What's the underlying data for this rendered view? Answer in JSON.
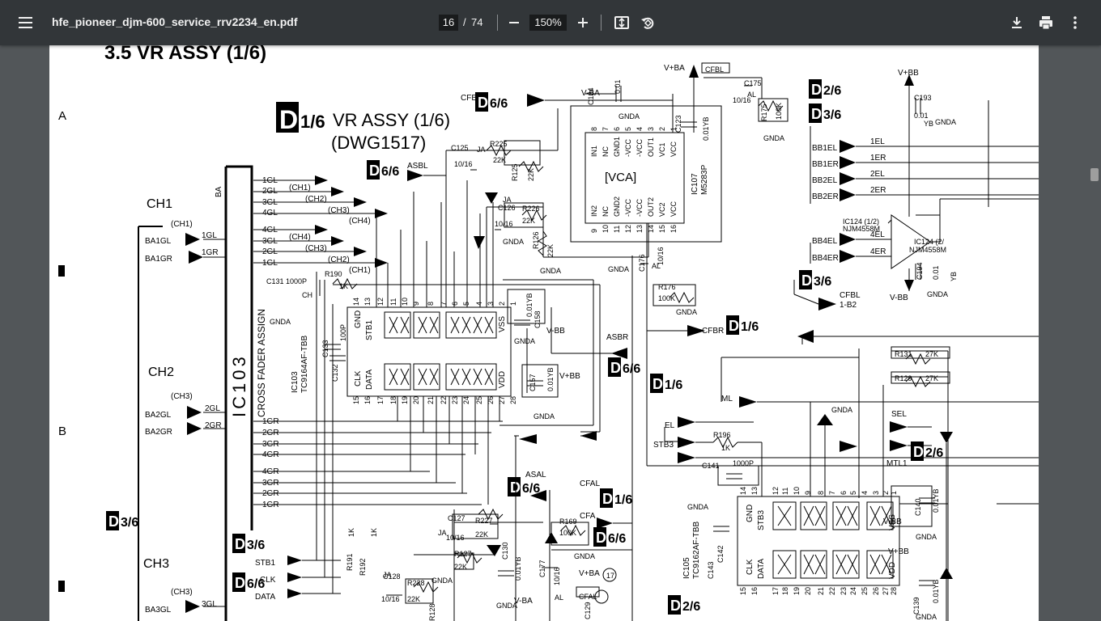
{
  "viewer": {
    "title": "hfe_pioneer_djm-600_service_rrv2234_en.pdf",
    "current_page": "16",
    "page_separator": "/",
    "total_pages": "74",
    "zoom": "150%"
  },
  "icons": {
    "menu": "menu-icon",
    "zoom_out": "minus-icon",
    "zoom_in": "plus-icon",
    "fit": "fit-page-icon",
    "rotate": "rotate-icon",
    "download": "download-icon",
    "print": "print-icon",
    "more": "more-vert-icon"
  },
  "document": {
    "section_title": "3.5  VR ASSY (1/6)",
    "block_tag": "D",
    "block_title_frac": "1/6",
    "block_title": "VR ASSY (1/6)",
    "block_subtitle": "(DWG1517)",
    "margin_letters": [
      "A",
      "B"
    ],
    "channels": [
      "CH1",
      "CH2",
      "CH3"
    ],
    "ic_main": "IC103",
    "ic_main_label": "CROSS FADER ASSIGN",
    "ic_main_part": "IC103",
    "ic_main_part_no": "TC9164AF-TBB",
    "ic_vca_label": "[VCA]",
    "ic_vca_part": "IC107",
    "ic_vca_part_no": "M5283P",
    "ic_lower_part": "IC105",
    "ic_lower_part_no": "TC9162AF-TBB",
    "opamp_part": "IC124 (1/2)",
    "opamp_part_no": "NJM4558M",
    "opamp2_part": "IC124 (2/",
    "opamp2_part_no": "NJM4558M",
    "inputs_gl": [
      "1GL",
      "2GL",
      "3GL",
      "4GL",
      "4GL",
      "3GL",
      "2GL",
      "1GL"
    ],
    "inputs_gr": [
      "1GR",
      "2GR",
      "3GR",
      "4GR",
      "4GR",
      "3GR",
      "2GR",
      "1GR"
    ],
    "ch_tags": [
      "(CH1)",
      "(CH2)",
      "(CH3)",
      "(CH4)",
      "(CH4)",
      "(CH3)",
      "(CH2)",
      "(CH1)"
    ],
    "ba_labels": [
      "BA1GL",
      "BA1GR",
      "BA2GL",
      "BA2GR",
      "BA3GL"
    ],
    "ba_short": [
      "1GL",
      "1GR",
      "2GL",
      "2GR",
      "3GL"
    ],
    "bb_labels": [
      "BB1EL",
      "BB1ER",
      "BB2EL",
      "BB2ER",
      "BB4EL",
      "BB4ER"
    ],
    "bb_short": [
      "1EL",
      "1ER",
      "2EL",
      "2ER",
      "4EL",
      "4ER"
    ],
    "refs": {
      "d2_6": "2/6",
      "d3_6": "3/6",
      "d6_6": "6/6",
      "d1_6": "1/6"
    },
    "signals": {
      "cfb": "CFB",
      "asbl": "ASBL",
      "asbr": "ASBR",
      "asal": "ASAL",
      "cfal": "CFAL",
      "cfa": "CFA",
      "cfbr": "CFBR",
      "cfbl": "CFBL",
      "cfbl_ref": "1-B2",
      "el": "EL",
      "stb3": "STB3",
      "ml": "ML",
      "sel": "SEL",
      "mtl1": "MTL1",
      "stb1": "STB1",
      "clk": "CLK",
      "data": "DATA",
      "vba": "V+BA",
      "vmba": "V-BA",
      "vbb": "V+BB",
      "vmbb": "V-BB",
      "gnda": "GNDA",
      "ba": "BA"
    },
    "components": {
      "c131": "C131 1000P",
      "ch": "CH",
      "r190": "R190",
      "r190v": "1K",
      "c125": "C125",
      "c125v": "10/16",
      "r225": "R225",
      "r225v": "22K",
      "r125": "R125",
      "r125v": "22K",
      "c126": "C126",
      "c126v": "10/16",
      "r226": "R226",
      "r226v": "22K",
      "r126": "R126",
      "r126v": "22K",
      "c124": "C124",
      "c124v": "0.01",
      "c123": "C123",
      "c123v": "0.01YB",
      "c175": "C175",
      "c175v": "10/16",
      "r175": "R175",
      "r175v": "100K",
      "c176": "C176",
      "c176v": "10/16",
      "r176": "R176",
      "r176v": "100K",
      "c193": "C193",
      "c193v": "0.01",
      "c194": "C194",
      "c194v": "0.01",
      "c158": "C158",
      "c158v": "0.01YB",
      "c157": "C157",
      "c157v": "0.01YB",
      "c133": "C133",
      "c132": "C132",
      "c132v": "100P",
      "r131": "R131",
      "r131v": "27K",
      "r129": "R129",
      "r129v": "27K",
      "r196": "R196",
      "r196v": "1K",
      "c141": "C141",
      "c141v": "1000P",
      "c140": "C140",
      "c140v": "0.01YB",
      "c139": "C139",
      "c139v": "0.01YB",
      "c143": "C143",
      "c142": "C142",
      "c127": "C127",
      "c127v": "10/16",
      "r227": "R227",
      "r227v": "22K",
      "r127": "R127",
      "r127v": "22K",
      "c130": "C130",
      "c130v": "0.01YB",
      "r169": "R169",
      "r169v": "100K",
      "c177": "C177",
      "c177v": "10/16",
      "c129": "C129",
      "c128": "C128",
      "c128v": "10/16",
      "r228": "R228",
      "r228v": "22K",
      "r191": "R191",
      "r192": "R192",
      "r191v": "1K",
      "r192v": "1K",
      "r128": "R128",
      "yb": "YB",
      "ja": "JA",
      "al": "AL",
      "num17": "17"
    },
    "pins_ic103_top": [
      "14",
      "13",
      "12",
      "11",
      "10",
      "9",
      "8",
      "7",
      "6",
      "5",
      "4",
      "3",
      "2",
      "1"
    ],
    "pins_ic103_bot": [
      "15",
      "16",
      "17",
      "18",
      "19",
      "20",
      "21",
      "22",
      "23",
      "24",
      "25",
      "26",
      "27",
      "28"
    ],
    "ic103_inner": [
      "GND",
      "STB1",
      "CLK",
      "DATA",
      "VSS",
      "VDD"
    ],
    "vca_pins_top": [
      "8",
      "7",
      "6",
      "5",
      "4",
      "3",
      "2",
      "1"
    ],
    "vca_pins_bot": [
      "9",
      "10",
      "11",
      "12",
      "13",
      "14",
      "15",
      "16"
    ],
    "vca_inner_top": [
      "IN1",
      "NC",
      "GND1",
      "-VCC",
      "-VCC",
      "OUT1",
      "VC1",
      "VCC"
    ],
    "vca_inner_bot": [
      "IN2",
      "NC",
      "GND2",
      "-VCC",
      "-VCC",
      "OUT2",
      "VC2",
      "VCC"
    ],
    "pins_ic105_top": [
      "14",
      "13",
      "12",
      "11",
      "10",
      "9",
      "8",
      "7",
      "6",
      "5",
      "4",
      "3",
      "2",
      "1"
    ],
    "pins_ic105_bot": [
      "15",
      "16",
      "17",
      "18",
      "19",
      "20",
      "21",
      "22",
      "23",
      "24",
      "25",
      "26",
      "27",
      "28"
    ],
    "ic105_inner": [
      "GND",
      "STB3",
      "CLK",
      "DATA",
      "VSS",
      "VDD"
    ]
  }
}
